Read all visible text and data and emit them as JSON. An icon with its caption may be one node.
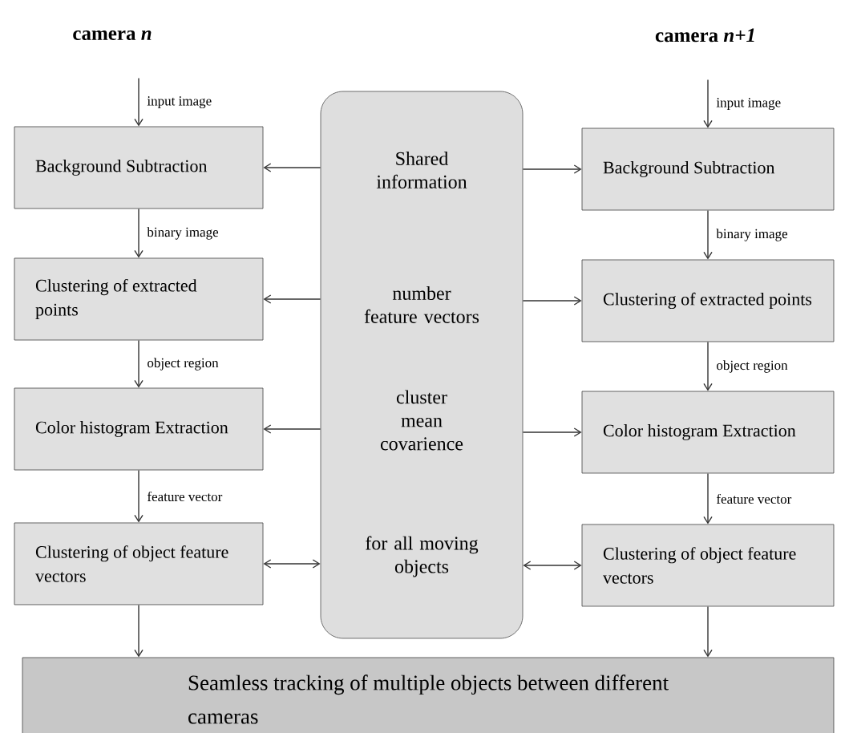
{
  "diagram": {
    "nodes": [
      {
        "text": [
          "Background Subtraction"
        ]
      },
      {
        "text": [
          "Clustering of extracted points"
        ]
      },
      {
        "text": [
          "Color histogram Extraction"
        ]
      },
      {
        "text": [
          "Clustering of object feature vectors"
        ]
      },
      {
        "text": [
          "Shared information",
          "number feature vectors",
          "cluster mean covarience",
          "for all moving objects"
        ]
      },
      {
        "text": [
          "Background Subtraction"
        ]
      },
      {
        "text": [
          "Clustering of extracted points"
        ]
      },
      {
        "text": [
          "Color histogram Extraction"
        ]
      },
      {
        "text": [
          "Clustering of object feature vectors"
        ]
      },
      {
        "text": [
          "Seamless tracking of multiple objects between different cameras"
        ]
      }
    ],
    "edges": [
      {
        "from": null,
        "to": 0,
        "arrow": "to",
        "label": "input image"
      },
      {
        "from": 0,
        "to": 1,
        "arrow": "to",
        "label": "binary image"
      },
      {
        "from": 1,
        "to": 2,
        "arrow": "to",
        "label": "object region"
      },
      {
        "from": 2,
        "to": 3,
        "arrow": "to",
        "label": "feature vector"
      },
      {
        "from": 3,
        "to": 9,
        "arrow": "to"
      },
      {
        "from": null,
        "to": 5,
        "arrow": "to",
        "label": "input image"
      },
      {
        "from": 5,
        "to": 6,
        "arrow": "to",
        "label": "binary image"
      },
      {
        "from": 6,
        "to": 7,
        "arrow": "to",
        "label": "object region"
      },
      {
        "from": 7,
        "to": 8,
        "arrow": "to",
        "label": "feature vector"
      },
      {
        "from": 8,
        "to": 9,
        "arrow": "to"
      },
      {
        "from": 4,
        "to": 0,
        "arrow": "to"
      },
      {
        "from": 4,
        "to": 1,
        "arrow": "to"
      },
      {
        "from": 4,
        "to": 2,
        "arrow": "to"
      },
      {
        "from": 4,
        "to": 3,
        "arrow": "both"
      },
      {
        "from": 4,
        "to": 5,
        "arrow": "to"
      },
      {
        "from": 4,
        "to": 6,
        "arrow": "to"
      },
      {
        "from": 4,
        "to": 7,
        "arrow": "to"
      },
      {
        "from": 4,
        "to": 8,
        "arrow": "both"
      }
    ],
    "labels": [
      "camera *n*",
      "camera *n+1*"
    ]
  }
}
